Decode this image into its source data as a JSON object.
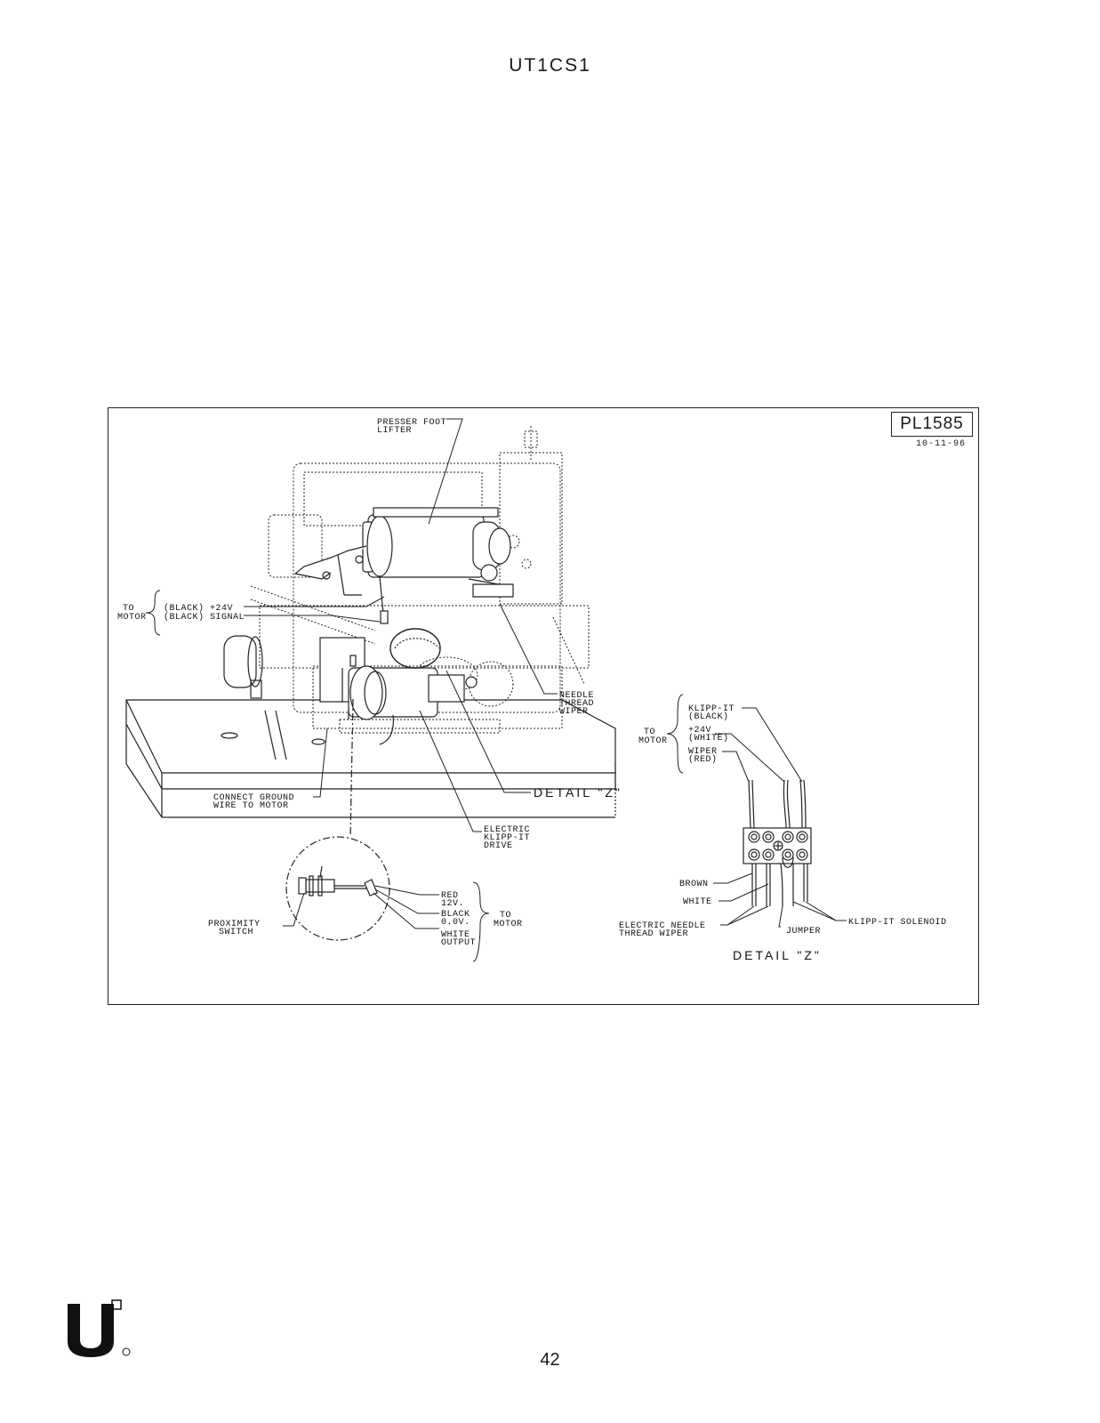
{
  "document": {
    "title": "UT1CS1",
    "page_number": "42"
  },
  "plate": {
    "id": "PL1585",
    "date": "10-11-96"
  },
  "labels": {
    "presser_foot_lifter": [
      "PRESSER FOOT",
      "LIFTER"
    ],
    "to_motor_left": [
      "TO",
      "MOTOR"
    ],
    "black_24v": "(BLACK) +24V",
    "black_signal": "(BLACK) SIGNAL",
    "needle_thread_wiper": [
      "NEEDLE",
      "THREAD",
      "WIPER"
    ],
    "detail_z_callout": "DETAIL \"Z\"",
    "connect_ground": [
      "CONNECT GROUND",
      "WIRE TO MOTOR"
    ],
    "electric_klipp_it_drive": [
      "ELECTRIC",
      "KLIPP-IT",
      "DRIVE"
    ],
    "proximity_switch": [
      "PROXIMITY",
      "SWITCH"
    ],
    "red_12v": [
      "RED",
      "12V."
    ],
    "black_0v": [
      "BLACK",
      "0.0V."
    ],
    "white_output": [
      "WHITE",
      "OUTPUT"
    ],
    "to_motor_prox": [
      "TO",
      "MOTOR"
    ],
    "to_motor_right": [
      "TO",
      "MOTOR"
    ],
    "klipp_it_black": [
      "KLIPP-IT",
      "(BLACK)"
    ],
    "plus24v_white": [
      "+24V",
      "(WHITE)"
    ],
    "wiper_red": [
      "WIPER",
      "(RED)"
    ],
    "brown": "BROWN",
    "white": "WHITE",
    "electric_needle_thread_wiper": [
      "ELECTRIC NEEDLE",
      "THREAD WIPER"
    ],
    "jumper": "JUMPER",
    "klipp_it_solenoid": "KLIPP-IT SOLENOID",
    "detail_z_title": "DETAIL \"Z\""
  }
}
